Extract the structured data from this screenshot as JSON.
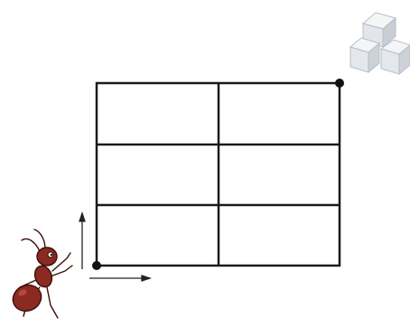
{
  "diagram": {
    "grid": {
      "rows": 3,
      "cols": 2,
      "line_color": "#1a1a1a"
    },
    "start_point": {
      "corner": "bottom-left",
      "color": "#111111"
    },
    "end_point": {
      "corner": "top-right",
      "color": "#111111"
    },
    "arrows": [
      {
        "name": "up-arrow",
        "direction": "up"
      },
      {
        "name": "right-arrow",
        "direction": "right"
      }
    ],
    "icons": {
      "ant": {
        "name": "ant-icon",
        "color": "#8b2a20",
        "outline": "#3a0e0a"
      },
      "sugar": {
        "name": "sugar-cubes-icon",
        "color": "#eef0f2",
        "shade": "#c9ced4"
      }
    }
  }
}
